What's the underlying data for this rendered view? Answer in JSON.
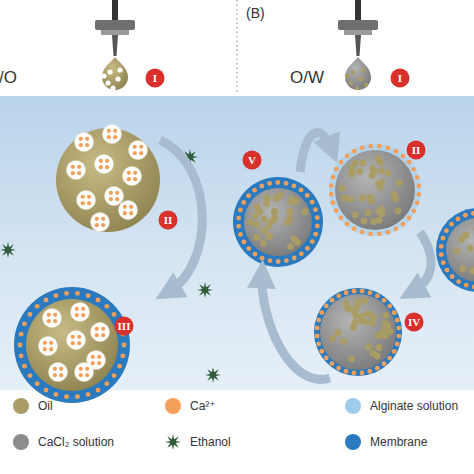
{
  "diagram": {
    "nodes": [
      {
        "text": [
          "I"
        ]
      },
      {
        "text": [
          "II"
        ]
      },
      {
        "text": [
          "III"
        ]
      },
      {
        "text": [
          "I"
        ]
      },
      {
        "text": [
          "II"
        ]
      },
      {
        "text": [
          "V"
        ]
      },
      {
        "text": [
          "IV"
        ]
      }
    ],
    "labels": [
      "(B)",
      "/O",
      "O/W"
    ],
    "legend": [
      {
        "text": "Oil",
        "color": "#a99c64"
      },
      {
        "text": "Ca²⁺",
        "color": "#f5a05a"
      },
      {
        "text": "Alginate solution",
        "color": "#9ecdec"
      },
      {
        "text": "CaCl₂ solution",
        "color": "#8c8c8c"
      },
      {
        "text": "Ethanol"
      },
      {
        "text": "Membrane",
        "color": "#2a7abf"
      }
    ]
  }
}
